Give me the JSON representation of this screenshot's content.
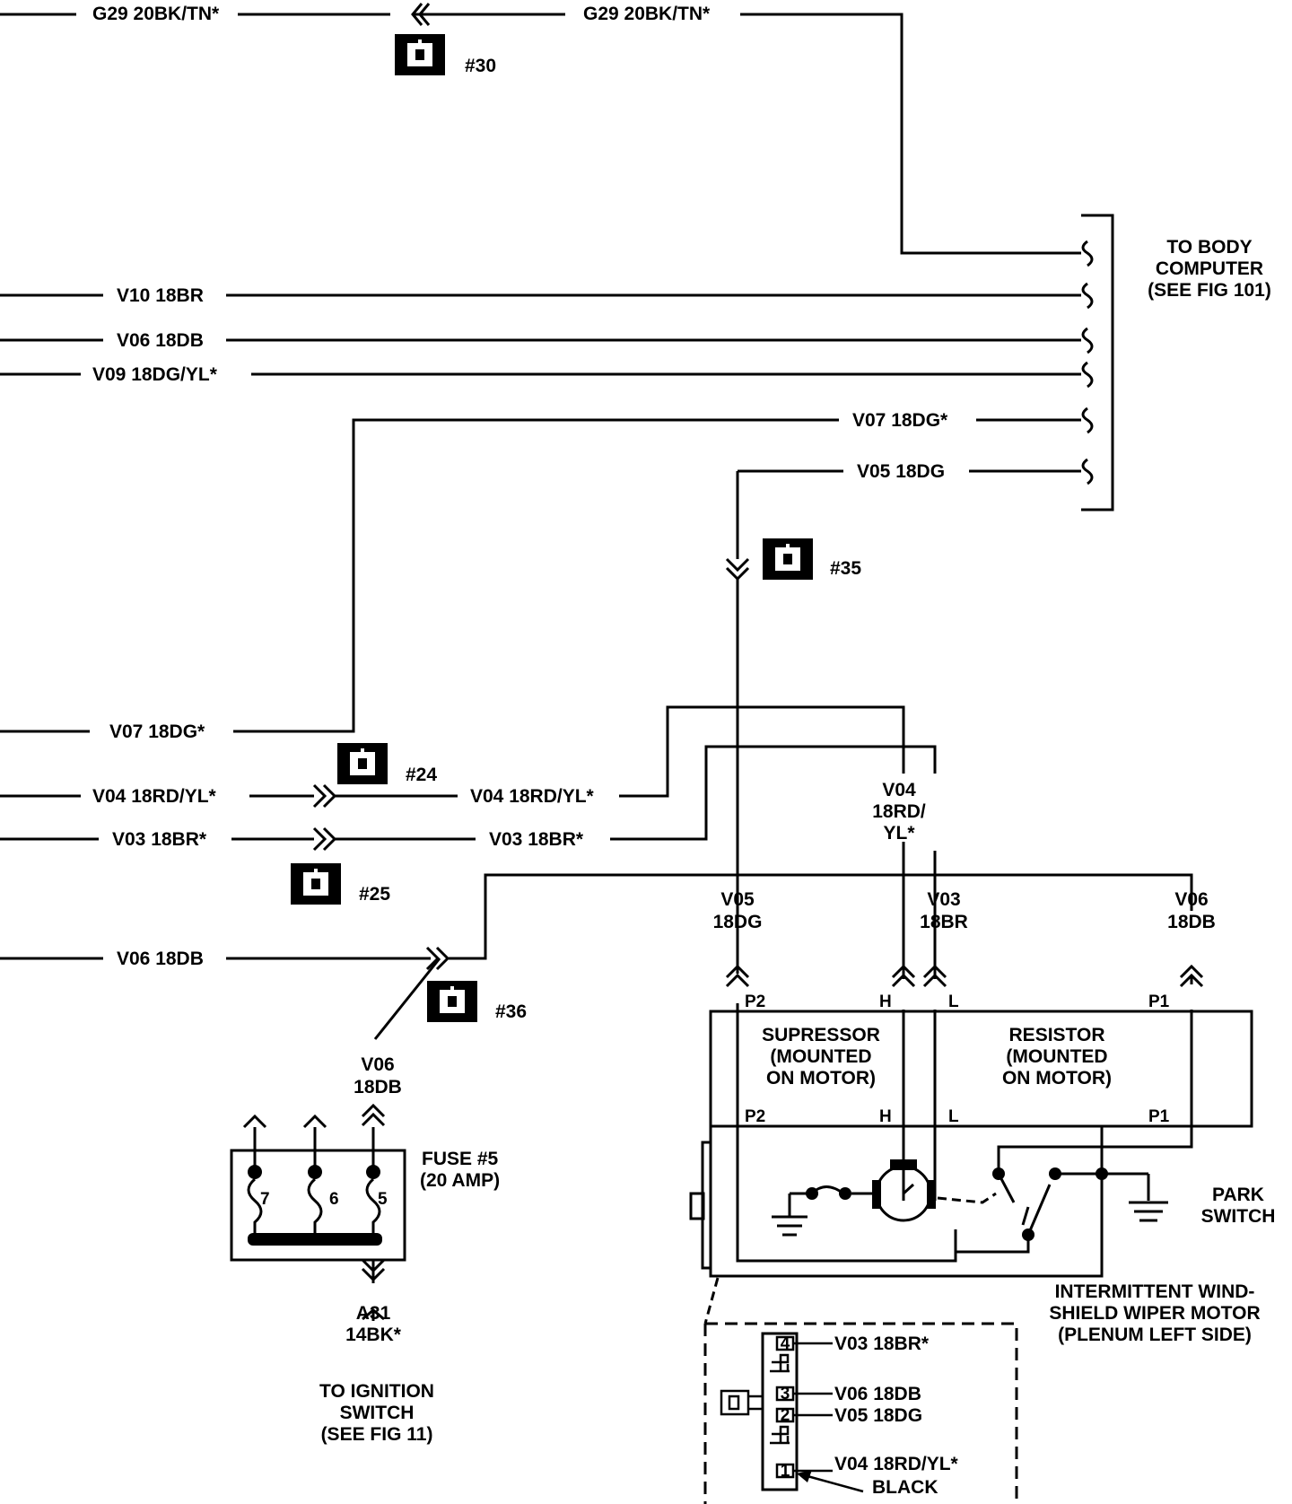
{
  "wires": {
    "g29_left": "G29 20BK/TN*",
    "g29_right": "G29 20BK/TN*",
    "v10": "V10 18BR",
    "v06_top": "V06 18DB",
    "v09": "V09 18DG/YL*",
    "v07_right": "V07 18DG*",
    "v05_right": "V05 18DG",
    "v07_left": "V07 18DG*",
    "v04_left": "V04 18RD/YL*",
    "v04_mid": "V04 18RD/YL*",
    "v03_left": "V03 18BR*",
    "v03_mid": "V03 18BR*",
    "v06_bottom": "V06 18DB",
    "v04_vert": [
      "V04",
      "18RD/",
      "YL*"
    ],
    "v05_vert": [
      "V05",
      "18DG"
    ],
    "v03_vert": [
      "V03",
      "18BR"
    ],
    "v06_vert": [
      "V06",
      "18DB"
    ],
    "v06_fuse": [
      "V06",
      "18DB"
    ],
    "a31": [
      "A31",
      "14BK*"
    ]
  },
  "splices": [
    "#30",
    "#35",
    "#24",
    "#25",
    "#36"
  ],
  "body_computer": [
    "TO BODY",
    "COMPUTER",
    "(SEE FIG 101)"
  ],
  "fuse": {
    "label": [
      "FUSE #5",
      "(20 AMP)"
    ],
    "terminals": [
      "7",
      "6",
      "5"
    ]
  },
  "ignition": [
    "TO IGNITION",
    "SWITCH",
    "(SEE FIG 11)"
  ],
  "motor": {
    "pins": [
      "P2",
      "H",
      "L",
      "P1"
    ],
    "supressor": [
      "SUPRESSOR",
      "(MOUNTED",
      "ON MOTOR)"
    ],
    "resistor": [
      "RESISTOR",
      "(MOUNTED",
      "ON MOTOR)"
    ],
    "park_switch": [
      "PARK",
      "SWITCH"
    ],
    "title": [
      "INTERMITTENT WIND-",
      "SHIELD WIPER MOTOR",
      "(PLENUM LEFT SIDE)"
    ]
  },
  "connector": {
    "pins": [
      "4",
      "3",
      "2",
      "1"
    ],
    "wires": [
      "V03 18BR*",
      "V06 18DB",
      "V05 18DG",
      "V04 18RD/YL*"
    ],
    "color": "BLACK"
  }
}
